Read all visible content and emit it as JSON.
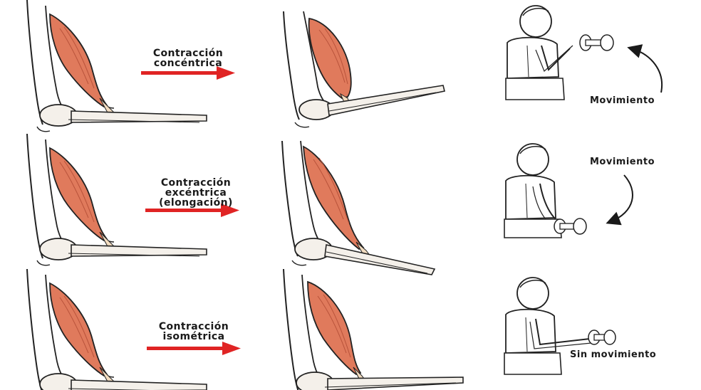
{
  "rows": [
    {
      "label_lines": [
        "Contracción",
        "concéntrica"
      ],
      "movement_label": "Movimiento",
      "arrow_color": "#e02424"
    },
    {
      "label_lines": [
        "Contracción",
        "excéntrica",
        "(elongación)"
      ],
      "movement_label": "Movimiento",
      "arrow_color": "#e02424"
    },
    {
      "label_lines": [
        "Contracción",
        "isométrica"
      ],
      "movement_label": "Sin movimiento",
      "arrow_color": "#e02424"
    }
  ],
  "colors": {
    "muscle": "#e07a5c",
    "muscle_dark": "#b8523a",
    "tendon": "#f2dcc0",
    "outline": "#222222",
    "bone": "#f4f0ea"
  },
  "icons": [
    "muscle-illustration",
    "person-curl-figure",
    "dumbbell-icon",
    "curved-arrow-icon"
  ]
}
